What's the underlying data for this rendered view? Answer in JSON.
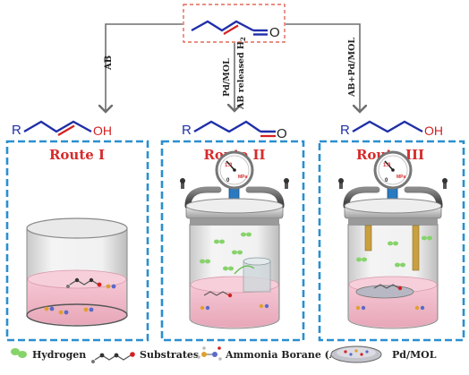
{
  "top_molecule": {
    "o_label": "O"
  },
  "arrows": {
    "left_label": "AB",
    "middle_label_1": "Pd/MOL",
    "middle_label_2": "AB released H",
    "middle_label_2_sub": "2",
    "right_label": "AB+Pd/MOL"
  },
  "products": {
    "route1": {
      "r_label": "R",
      "group": "OH"
    },
    "route2": {
      "r_label": "R",
      "group": "O"
    },
    "route3": {
      "r_label": "R",
      "group": "OH"
    }
  },
  "routes": {
    "route1_title": "Route I",
    "route2_title": "Route II",
    "route3_title": "Route III"
  },
  "gauge": {
    "max_label": "1.0",
    "zero_label": "0",
    "unit_label": "MPa"
  },
  "legend": {
    "hydrogen": "Hydrogen",
    "substrates": "Substrates",
    "ammonia_borane": "Ammonia Borane (AB)",
    "pd_mol": "Pd/MOL"
  },
  "colors": {
    "box_border": "#2a8fd0",
    "title_red": "#d62b2b",
    "bond_blue": "#1f2fa8",
    "bond_red": "#d42020",
    "liquid_pink": "#f2bccb",
    "hydrogen_green": "#86d36a",
    "arrow_gray": "#6f6f6f"
  }
}
